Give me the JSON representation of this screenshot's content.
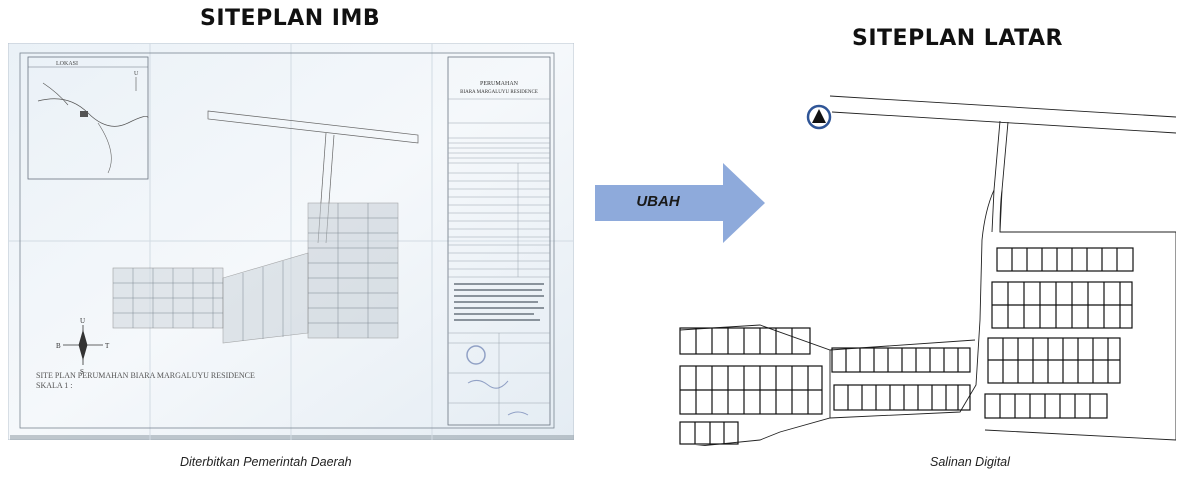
{
  "left": {
    "title": "SITEPLAN IMB",
    "caption": "Diterbitkan Pemerintah Daerah",
    "doc": {
      "compass_letters": [
        "U",
        "B",
        "T",
        "S"
      ],
      "map_bottom_label": "SITE PLAN PERUMAHAN BIARA MARGALUYU RESIDENCE",
      "map_scale": "SKALA 1 :",
      "titleblock_heading_1": "PERUMAHAN",
      "titleblock_heading_2": "BIARA MARGALUYU RESIDENCE"
    }
  },
  "arrow": {
    "label": "UBAH",
    "color": "#8eaadb"
  },
  "right": {
    "title": "SITEPLAN LATAR",
    "caption": "Salinan Digital"
  }
}
